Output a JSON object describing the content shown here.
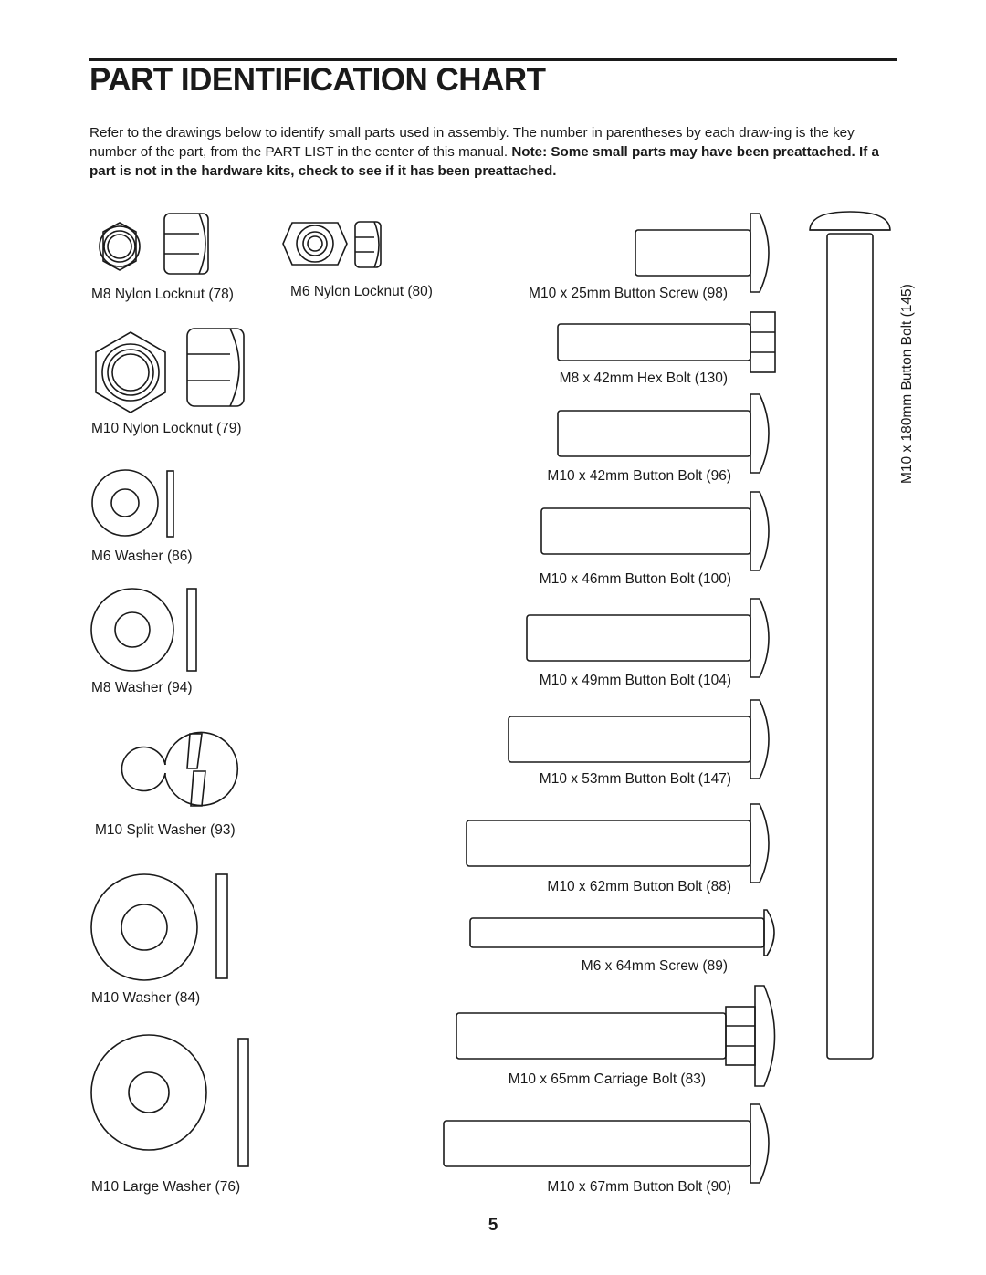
{
  "title": "PART IDENTIFICATION CHART",
  "intro": {
    "text": "Refer to the drawings below to identify small parts used in assembly. The number in parentheses by each draw-ing is the key number of the part, from the PART LIST in the center of this manual. ",
    "note": "Note: Some small parts may have been preattached. If a part is not in the hardware kits, check to see if it has been preattached."
  },
  "parts": {
    "m8_nylon_locknut": "M8 Nylon Locknut (78)",
    "m6_nylon_locknut": "M6 Nylon Locknut (80)",
    "m10_nylon_locknut": "M10 Nylon Locknut (79)",
    "m6_washer": "M6 Washer (86)",
    "m8_washer": "M8 Washer (94)",
    "m10_split_washer": "M10 Split Washer (93)",
    "m10_washer": "M10 Washer (84)",
    "m10_large_washer": "M10 Large Washer (76)",
    "m10_25_button_screw": "M10 x 25mm Button Screw (98)",
    "m8_42_hex_bolt": "M8 x 42mm Hex Bolt (130)",
    "m10_42_button_bolt": "M10 x 42mm Button Bolt (96)",
    "m10_46_button_bolt": "M10 x 46mm Button Bolt (100)",
    "m10_49_button_bolt": "M10 x 49mm Button Bolt (104)",
    "m10_53_button_bolt": "M10 x 53mm Button Bolt (147)",
    "m10_62_button_bolt": "M10 x 62mm Button Bolt (88)",
    "m6_64_screw": "M6 x 64mm Screw (89)",
    "m10_65_carriage_bolt": "M10 x 65mm Carriage Bolt (83)",
    "m10_67_button_bolt": "M10 x 67mm Button Bolt (90)",
    "m10_180_button_bolt": "M10 x 180mm Button Bolt (145)"
  },
  "page_number": "5"
}
